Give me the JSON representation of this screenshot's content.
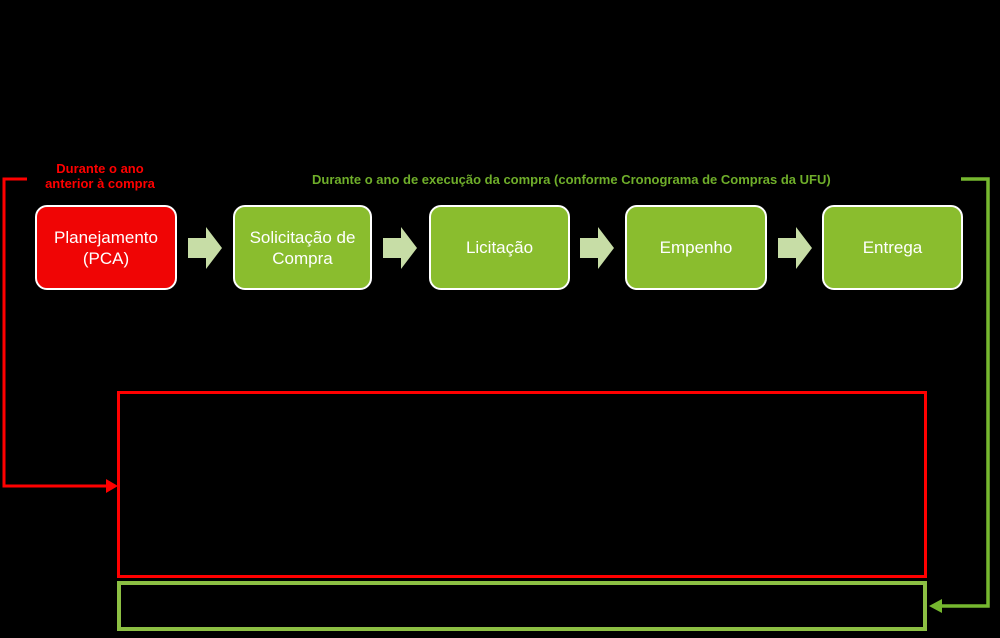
{
  "page": {
    "background_color": "#000000"
  },
  "labels": {
    "left_phase_line1": "Durante o ano",
    "left_phase_line2": "anterior à compra",
    "left_phase_color": "#ff0000",
    "right_phase": "Durante o ano de execução da compra (conforme Cronograma de Compras da UFU)",
    "right_phase_color": "#6fae2a"
  },
  "flow": {
    "steps": [
      {
        "label": "Planejamento (PCA)",
        "fill_color": "#f00505"
      },
      {
        "label": "Solicitação de Compra",
        "fill_color": "#8abd2e"
      },
      {
        "label": "Licitação",
        "fill_color": "#8abd2e"
      },
      {
        "label": "Empenho",
        "fill_color": "#8abd2e"
      },
      {
        "label": "Entrega",
        "fill_color": "#8abd2e"
      }
    ],
    "arrow_color": "#c7dda6",
    "box_border_color": "#ffffff",
    "box_text_color": "#ffffff"
  },
  "frames": {
    "red_frame_color": "#ff0000",
    "green_frame_color": "#8cbf43"
  },
  "connectors": {
    "red_line_color": "#ff0000",
    "green_line_color": "#76b82f"
  }
}
